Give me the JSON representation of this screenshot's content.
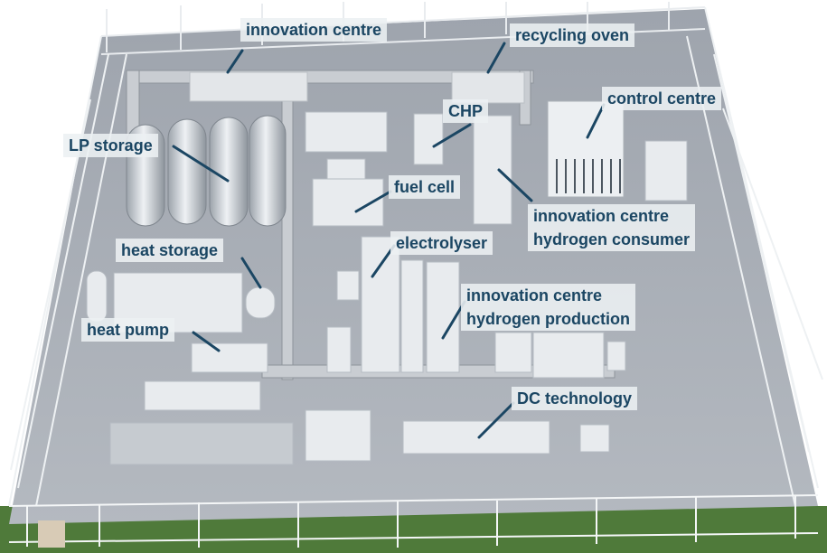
{
  "labels": {
    "innovation_centre": "innovation centre",
    "recycling_oven": "recycling oven",
    "chp": "CHP",
    "control_centre": "control centre",
    "lp_storage": "LP storage",
    "fuel_cell": "fuel cell",
    "ic_consumer": [
      "innovation centre",
      "hydrogen consumer"
    ],
    "electrolyser": "electrolyser",
    "heat_storage": "heat storage",
    "ic_production": [
      "innovation centre",
      "hydrogen production"
    ],
    "heat_pump": "heat pump",
    "dc_technology": "DC technology"
  },
  "colors": {
    "label_text": "#1b4663",
    "label_bg": "#eceff3",
    "leader": "#1b4663",
    "ground": "#a9afb8",
    "grass": "#4f7a3a",
    "fence": "#f1f3f5",
    "building": "#e8ebee"
  }
}
